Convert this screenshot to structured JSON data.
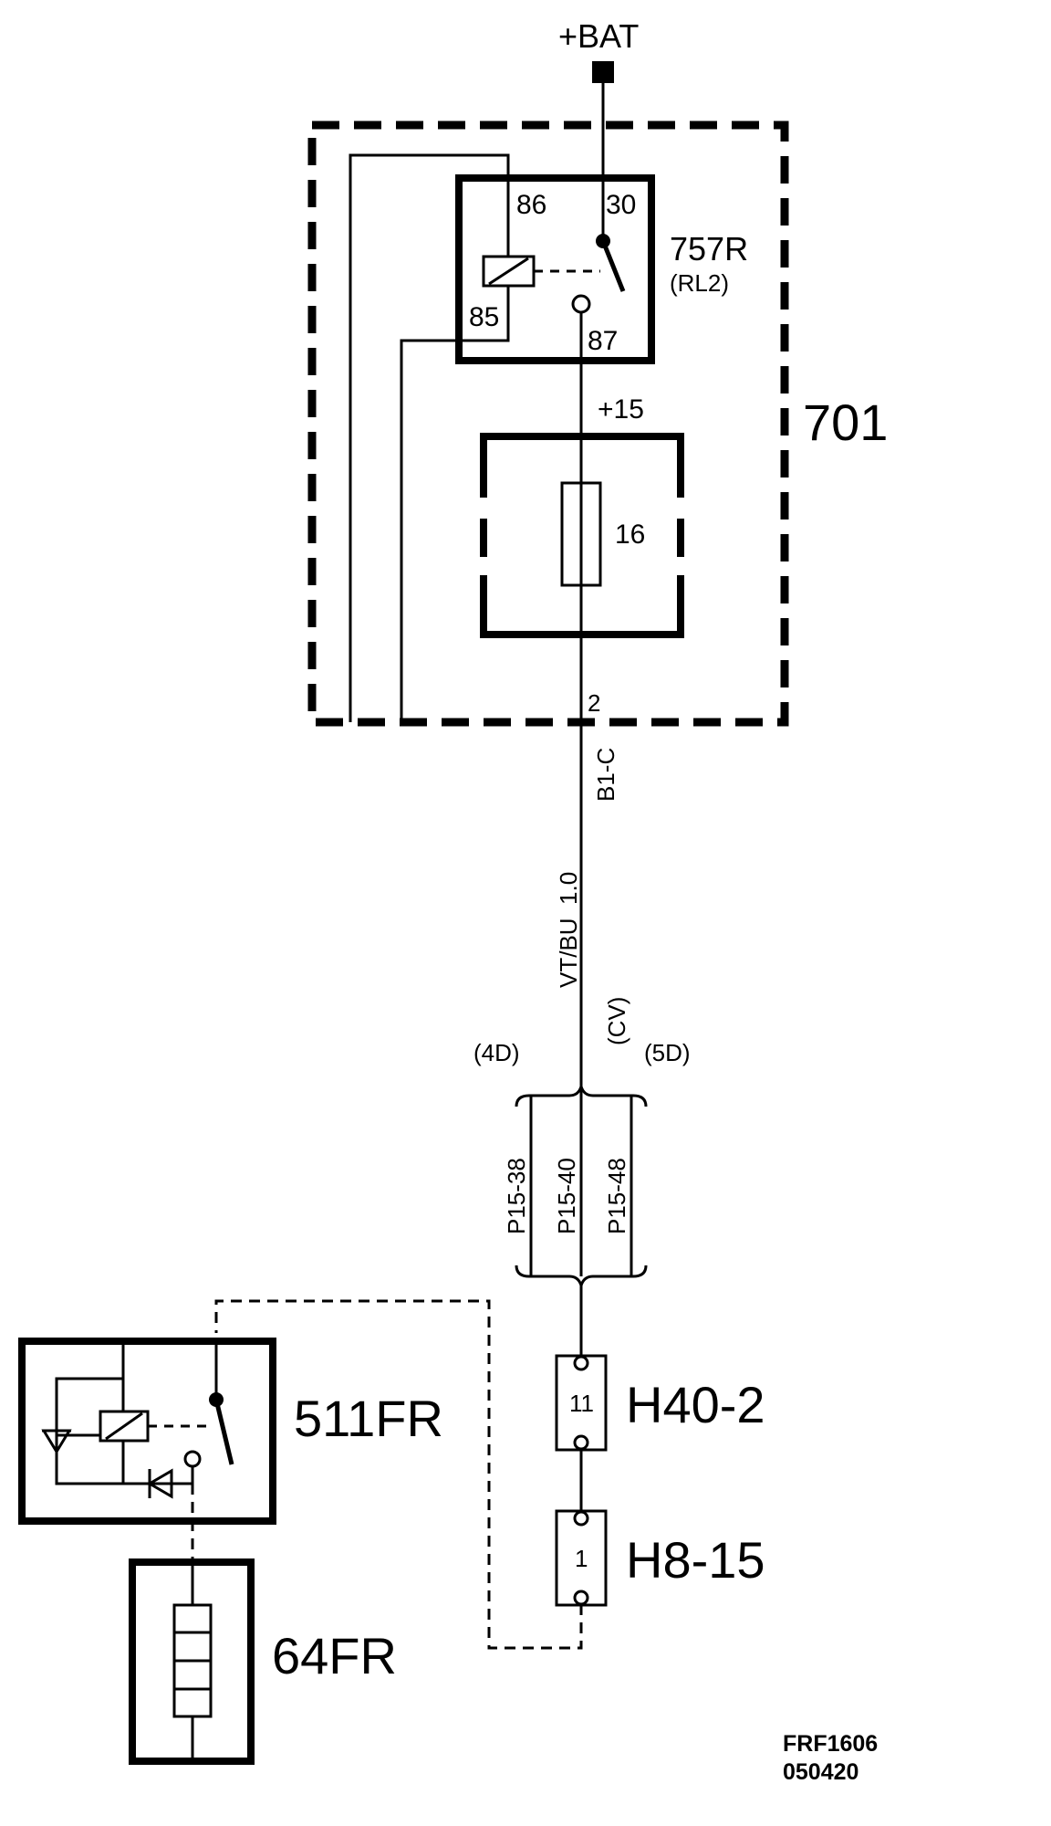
{
  "supply": {
    "label": "+BAT"
  },
  "box_701": {
    "label": "701"
  },
  "relay_757R": {
    "label": "757R",
    "sublabel": "(RL2)",
    "pins": {
      "p86": "86",
      "p30": "30",
      "p85": "85",
      "p87": "87"
    }
  },
  "fuse_block": {
    "supply_label": "+15",
    "fuse_number": "16"
  },
  "wire": {
    "connector_pin": "2",
    "connector_id": "B1-C",
    "color_size": "VT/BU  1.0",
    "variant": "(CV)"
  },
  "variants": {
    "left": "(4D)",
    "right": "(5D)"
  },
  "splices": [
    "P15-38",
    "P15-40",
    "P15-48"
  ],
  "connector_H40_2": {
    "label": "H40-2",
    "pin": "11"
  },
  "connector_H8_15": {
    "label": "H8-15",
    "pin": "1"
  },
  "relay_511FR": {
    "label": "511FR"
  },
  "heater_64FR": {
    "label": "64FR"
  },
  "drawing_ref": {
    "code": "FRF1606",
    "date": "050420"
  }
}
